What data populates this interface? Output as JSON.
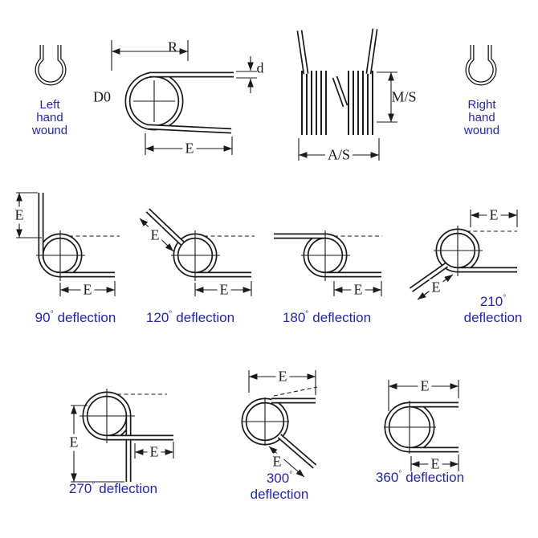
{
  "colors": {
    "ink": "#1a1a1a",
    "accent_blue": "#2323bb",
    "background": "#ffffff"
  },
  "legend": {
    "left_wound": [
      "Left",
      "hand",
      "wound"
    ],
    "right_wound": [
      "Right",
      "hand",
      "wound"
    ]
  },
  "dimension_labels": {
    "R": "R",
    "d": "d",
    "D0": "D0",
    "E": "E",
    "MS": "M/S",
    "AS": "A/S"
  },
  "deflection_labels": {
    "d90": {
      "angle": "90",
      "degree": "°",
      "word": "deflection"
    },
    "d120": {
      "angle": "120",
      "degree": "°",
      "word": "deflection"
    },
    "d180": {
      "angle": "180",
      "degree": "°",
      "word": "deflection"
    },
    "d210": {
      "angle": "210",
      "degree": "°",
      "word": "deflection"
    },
    "d270": {
      "angle": "270",
      "degree": "°",
      "word": "deflection"
    },
    "d300": {
      "angle": "300",
      "degree": "°",
      "word": "deflection"
    },
    "d360": {
      "angle": "360",
      "degree": "°",
      "word": "deflection"
    }
  }
}
